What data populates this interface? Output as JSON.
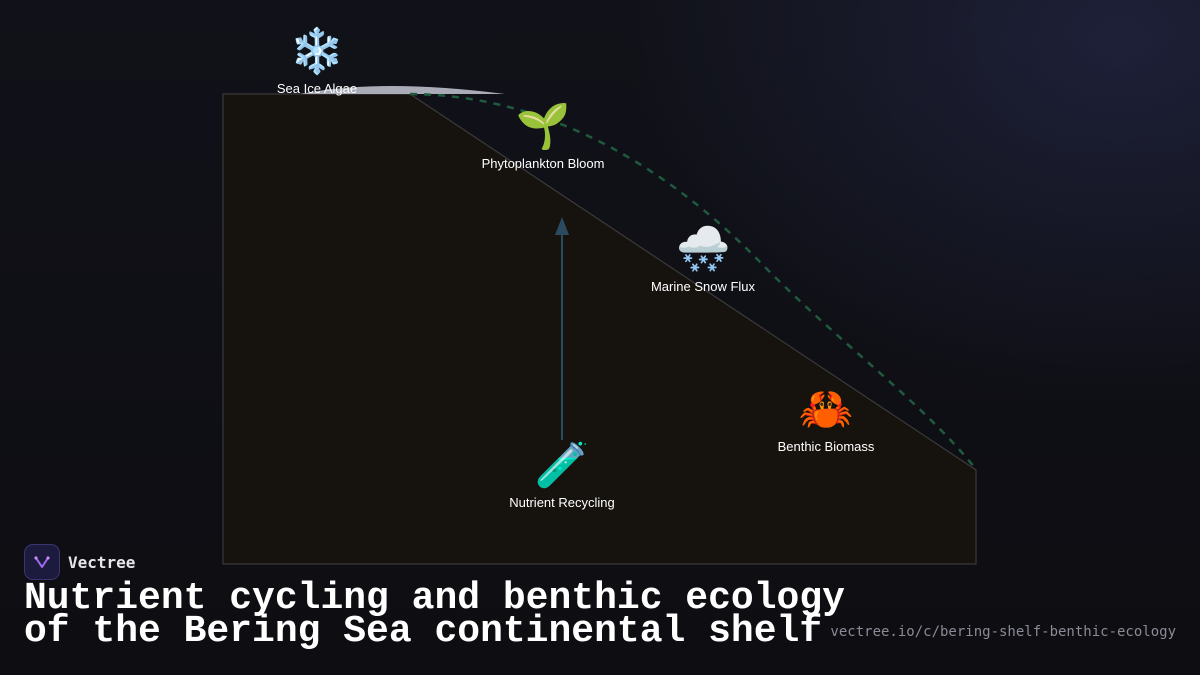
{
  "brand": {
    "name": "Vectree",
    "logo_icon": "vectree-logo-icon"
  },
  "title": {
    "line1": "Nutrient cycling and benthic ecology",
    "line2": "of the Bering Sea continental shelf"
  },
  "url": "vectree.io/c/bering-shelf-benthic-ecology",
  "nodes": {
    "sea_ice_algae": {
      "icon": "snowflake-icon",
      "emoji": "❄️",
      "label": "Sea Ice Algae"
    },
    "phytoplankton_bloom": {
      "icon": "seedling-icon",
      "emoji": "🌱",
      "label": "Phytoplankton Bloom"
    },
    "marine_snow_flux": {
      "icon": "cloud-snow-icon",
      "emoji": "🌨️",
      "label": "Marine Snow Flux"
    },
    "benthic_biomass": {
      "icon": "crab-icon",
      "emoji": "🦀",
      "label": "Benthic Biomass"
    },
    "nutrient_recycling": {
      "icon": "test-tube-icon",
      "emoji": "🧪",
      "label": "Nutrient Recycling"
    }
  },
  "colors": {
    "background": "#0e0f14",
    "shelf_fill": "#16130f",
    "shelf_stroke": "#3a3a3a",
    "sea_ice": "#a9abb6",
    "flow_dashed": "#1f5a3e",
    "upwelling_arrow": "#2b4a5e"
  }
}
